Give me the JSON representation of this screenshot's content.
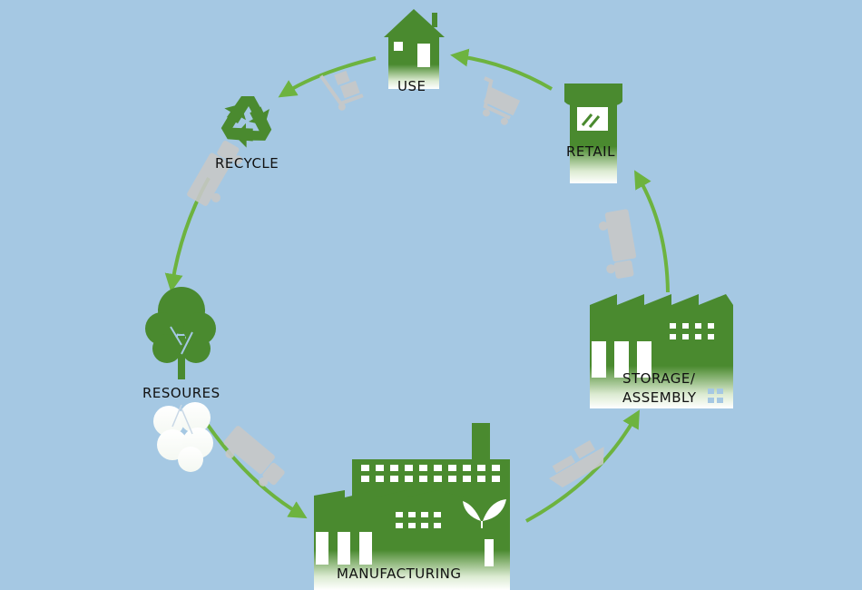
{
  "diagram": {
    "stages": {
      "use": "USE",
      "recycle": "RECYCLE",
      "resources": "RESOURES",
      "manufacturing": "MANUFACTURING",
      "storage_line1": "STORAGE/",
      "storage_line2": "ASSEMBLY",
      "retail": "RETAIL"
    },
    "colors": {
      "background": "#a5c8e3",
      "building_green": "#4a8a2f",
      "arrow_green": "#6db33f",
      "faded_vehicle": "#c8c8c8"
    },
    "transport_icons": [
      "dolly-icon",
      "truck-icon",
      "truck-icon",
      "ship-icon",
      "truck-icon",
      "shopping-cart-icon"
    ]
  }
}
